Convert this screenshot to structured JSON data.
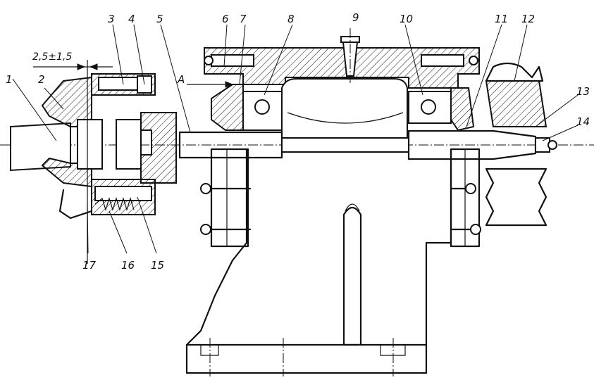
{
  "callouts": [
    "1",
    "2",
    "3",
    "4",
    "5",
    "6",
    "7",
    "8",
    "9",
    "10",
    "11",
    "12",
    "13",
    "14",
    "15",
    "16",
    "17"
  ],
  "section_mark": "A",
  "gap_dimension": "2,5±1,5"
}
